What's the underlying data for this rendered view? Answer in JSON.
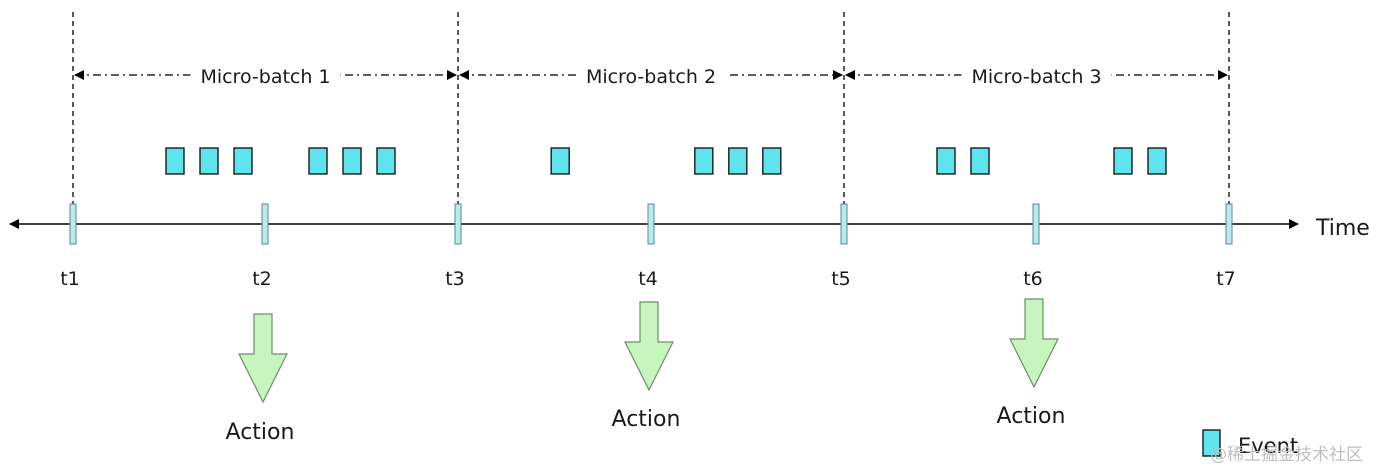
{
  "diagram": {
    "time_label": "Time",
    "ticks": [
      "t1",
      "t2",
      "t3",
      "t4",
      "t5",
      "t6",
      "t7"
    ],
    "batches": [
      {
        "label": "Micro-batch 1",
        "start_tick": 0,
        "end_tick": 2
      },
      {
        "label": "Micro-batch 2",
        "start_tick": 2,
        "end_tick": 4
      },
      {
        "label": "Micro-batch 3",
        "start_tick": 4,
        "end_tick": 6
      }
    ],
    "event_groups_per_interval": [
      [
        3,
        3
      ],
      [
        1,
        3
      ],
      [
        2,
        2
      ]
    ],
    "actions": [
      {
        "label": "Action",
        "at_tick": 1
      },
      {
        "label": "Action",
        "at_tick": 3
      },
      {
        "label": "Action",
        "at_tick": 5
      }
    ],
    "legend": {
      "label": "Event"
    },
    "watermark": "@稀土掘金技术社区",
    "colors": {
      "event_fill": "#5fe3ec",
      "tick_marker_fill": "#b4ecf0",
      "action_arrow_fill": "#c6f5bd",
      "action_arrow_stroke": "#6e8f69",
      "line": "#000000"
    }
  }
}
